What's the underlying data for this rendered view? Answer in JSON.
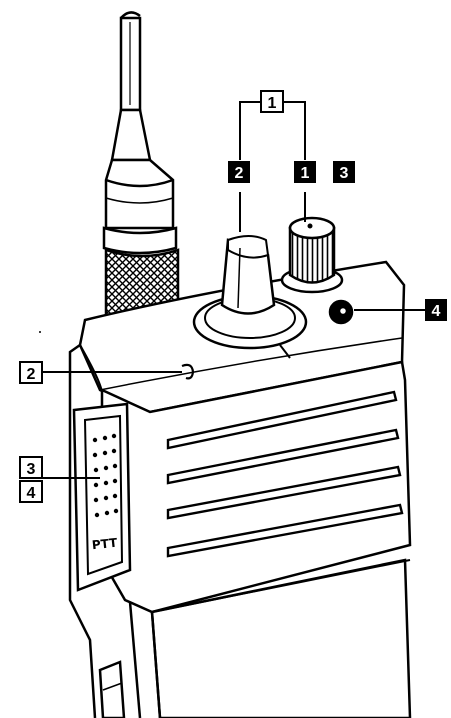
{
  "illustration": {
    "subject": "handheld-radio-top-view"
  },
  "callouts": {
    "outline_1": "1",
    "filled_2": "2",
    "filled_1": "1",
    "filled_3": "3",
    "filled_4": "4",
    "outline_2": "2",
    "outline_3": "3",
    "outline_4": "4"
  },
  "ptt_label": "PTT",
  "colors": {
    "ink": "#000000",
    "paper": "#ffffff"
  }
}
